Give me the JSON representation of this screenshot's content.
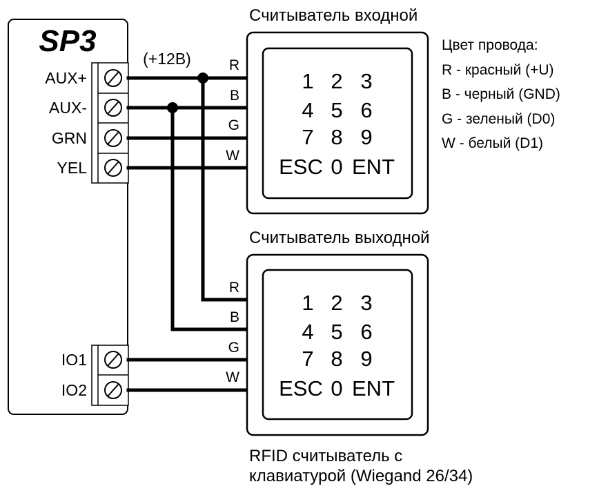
{
  "controller": {
    "name": "SP3",
    "top_terminals": [
      "AUX+",
      "AUX-",
      "GRN",
      "YEL"
    ],
    "bottom_terminals": [
      "IO1",
      "IO2"
    ],
    "supply_label": "(+12B)"
  },
  "reader_in": {
    "title": "Считыватель входной",
    "wire_labels": [
      "R",
      "B",
      "G",
      "W"
    ],
    "keypad_rows": [
      [
        "1",
        "2",
        "3"
      ],
      [
        "4",
        "5",
        "6"
      ],
      [
        "7",
        "8",
        "9"
      ],
      [
        "ESC",
        "0",
        "ENT"
      ]
    ]
  },
  "reader_out": {
    "title": "Считыватель выходной",
    "wire_labels": [
      "R",
      "B",
      "G",
      "W"
    ],
    "keypad_rows": [
      [
        "1",
        "2",
        "3"
      ],
      [
        "4",
        "5",
        "6"
      ],
      [
        "7",
        "8",
        "9"
      ],
      [
        "ESC",
        "0",
        "ENT"
      ]
    ],
    "caption_line1": "RFID считыватель с",
    "caption_line2": "клавиатурой (Wiegand 26/34)"
  },
  "legend": {
    "title": "Цвет провода:",
    "items": [
      "R - красный (+U)",
      "B - черный (GND)",
      "G - зеленый (D0)",
      "W - белый (D1)"
    ]
  },
  "connections": [
    {
      "from": "AUX+",
      "to": [
        "reader_in.R",
        "reader_out.R"
      ]
    },
    {
      "from": "AUX-",
      "to": [
        "reader_in.B",
        "reader_out.B"
      ]
    },
    {
      "from": "GRN",
      "to": [
        "reader_in.G"
      ]
    },
    {
      "from": "YEL",
      "to": [
        "reader_in.W"
      ]
    },
    {
      "from": "IO1",
      "to": [
        "reader_out.G"
      ]
    },
    {
      "from": "IO2",
      "to": [
        "reader_out.W"
      ]
    }
  ]
}
